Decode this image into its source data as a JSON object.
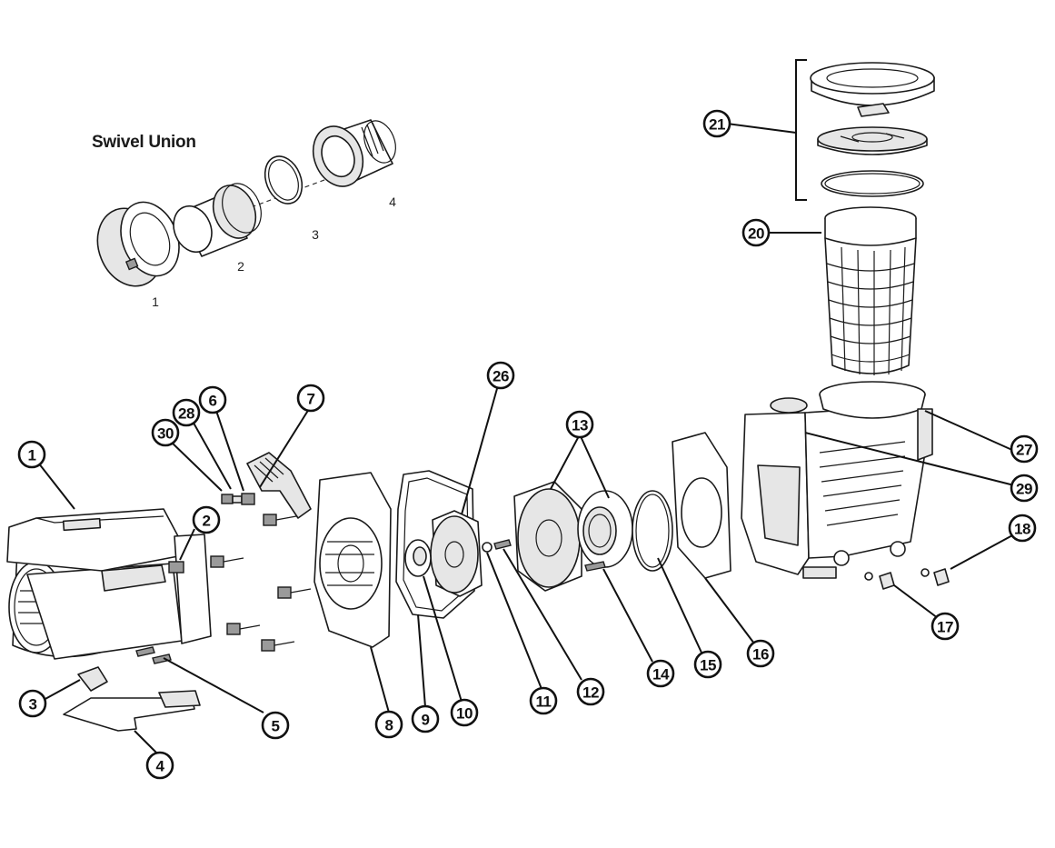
{
  "swivel_union": {
    "title": "Swivel Union",
    "part_numbers": [
      "1",
      "2",
      "3",
      "4"
    ]
  },
  "callouts": [
    {
      "id": "1"
    },
    {
      "id": "2"
    },
    {
      "id": "3"
    },
    {
      "id": "4"
    },
    {
      "id": "5"
    },
    {
      "id": "6"
    },
    {
      "id": "7"
    },
    {
      "id": "8"
    },
    {
      "id": "9"
    },
    {
      "id": "10"
    },
    {
      "id": "11"
    },
    {
      "id": "12"
    },
    {
      "id": "13"
    },
    {
      "id": "14"
    },
    {
      "id": "15"
    },
    {
      "id": "16"
    },
    {
      "id": "17"
    },
    {
      "id": "18"
    },
    {
      "id": "20"
    },
    {
      "id": "21"
    },
    {
      "id": "26"
    },
    {
      "id": "27"
    },
    {
      "id": "28"
    },
    {
      "id": "29"
    },
    {
      "id": "30"
    }
  ]
}
